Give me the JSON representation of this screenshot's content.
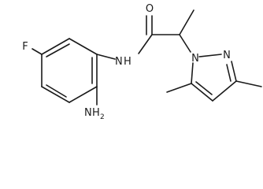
{
  "molecule": {
    "atoms": {
      "oxygen": "O",
      "amide_n": "N",
      "amide_h": "H",
      "amino_n": "N",
      "amino_h": "H",
      "amino_h_count": "2",
      "fluorine": "F",
      "pyrazole_n1": "N",
      "pyrazole_n2": "N"
    }
  }
}
